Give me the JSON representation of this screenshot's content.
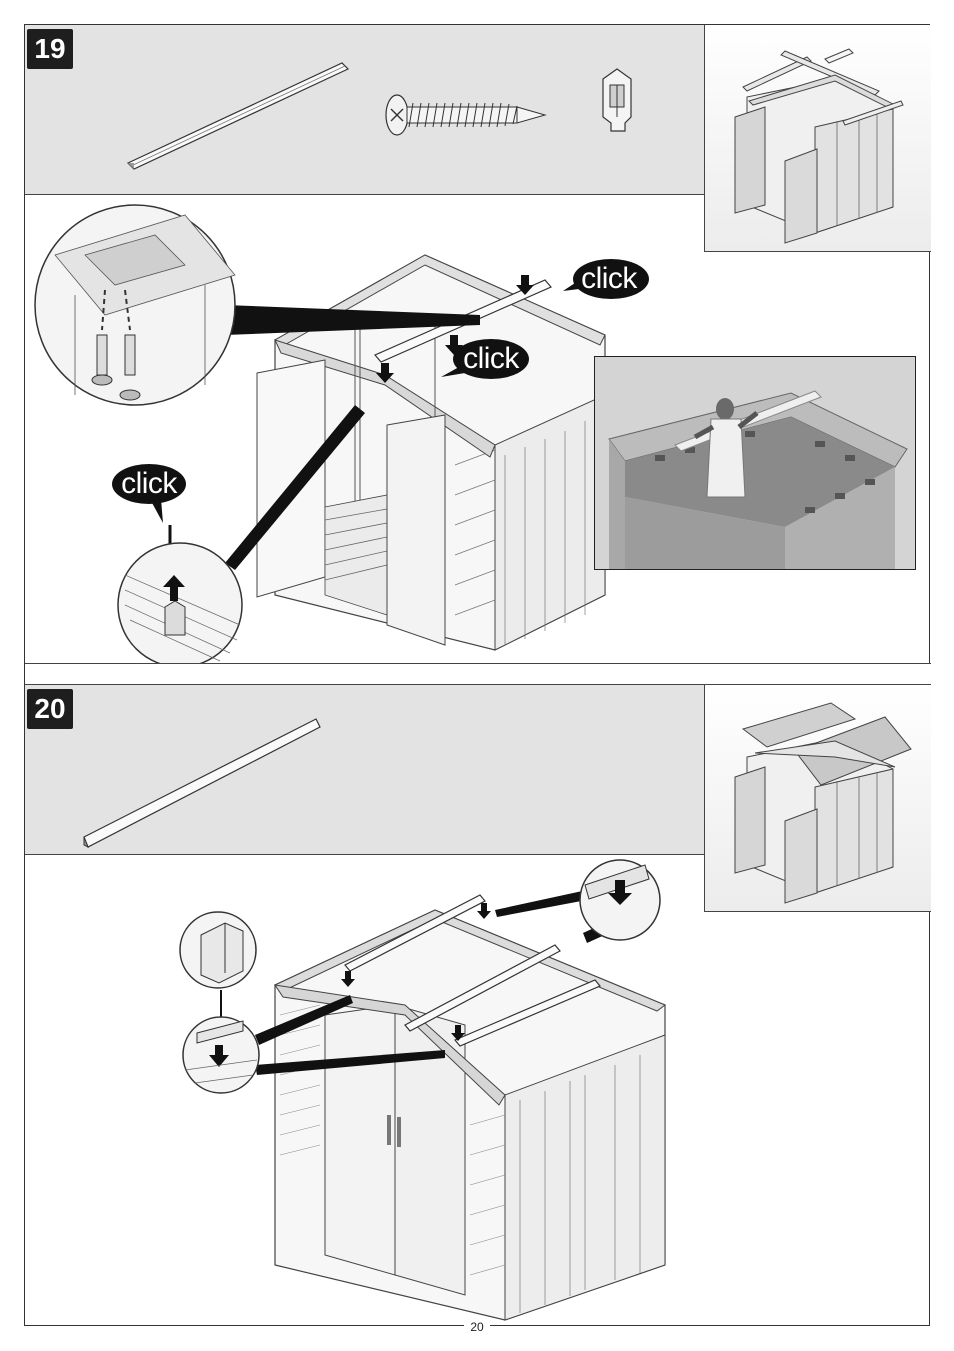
{
  "steps": [
    {
      "number": "19",
      "callouts": [
        "click",
        "click",
        "click"
      ]
    },
    {
      "number": "20"
    }
  ],
  "footer": {
    "page_number": "20"
  },
  "icons": {
    "rail": "roof-rail-icon",
    "screw": "screw-icon",
    "clip": "roof-clip-icon",
    "beam": "roof-beam-icon"
  },
  "colors": {
    "band": "#e3e3e3",
    "badge": "#1e1e1e",
    "line": "#333333"
  }
}
